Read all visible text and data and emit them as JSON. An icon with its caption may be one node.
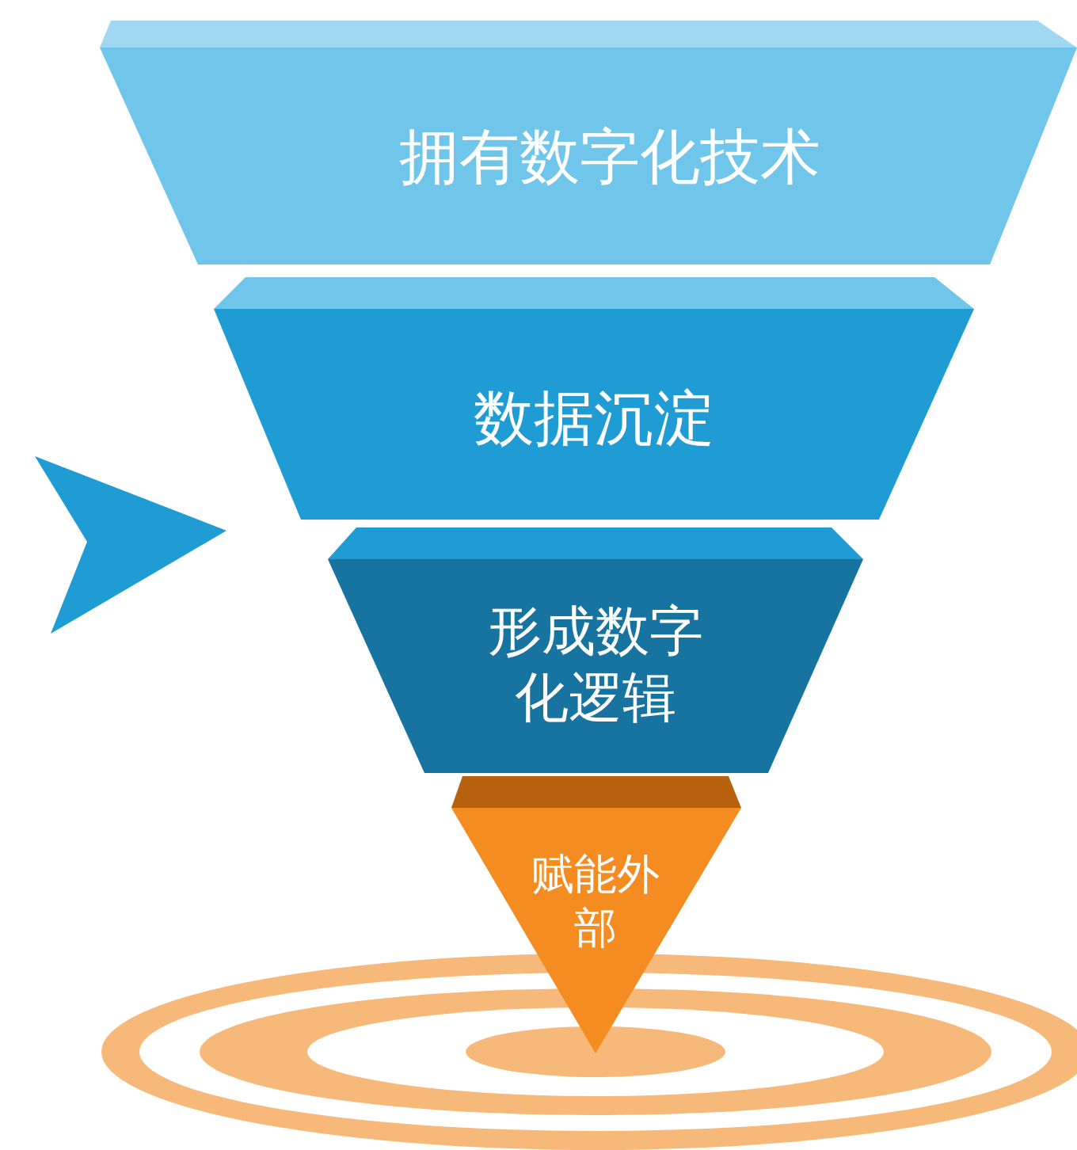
{
  "diagram": {
    "nodes": [
      {
        "text": [
          "拥有数字化技术"
        ]
      },
      {
        "text": [
          "数据沉淀"
        ]
      },
      {
        "text": [
          "形成数字化逻辑"
        ]
      },
      {
        "text": [
          "赋能外部"
        ]
      }
    ]
  }
}
